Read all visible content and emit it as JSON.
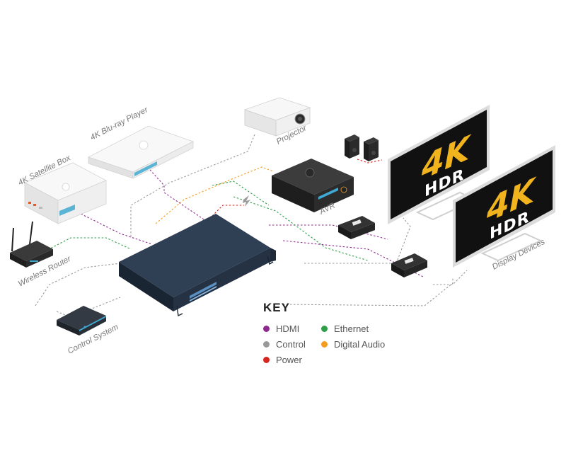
{
  "devices": {
    "projector": "Projector",
    "bluray": "4K Blu-ray Player",
    "satellite": "4K Satellite Box",
    "router": "Wireless Router",
    "control": "Control System",
    "avr": "AVR",
    "displays": "Display Devices"
  },
  "tv_badge": {
    "big": "4K",
    "small": "HDR"
  },
  "legend": {
    "title": "KEY",
    "items": [
      {
        "label": "HDMI",
        "color": "#8e2a8e"
      },
      {
        "label": "Ethernet",
        "color": "#2e9e47"
      },
      {
        "label": "Control",
        "color": "#999999"
      },
      {
        "label": "Digital Audio",
        "color": "#f39c1f"
      },
      {
        "label": "Power",
        "color": "#d8251d"
      }
    ]
  },
  "colors": {
    "hdmi": "#8e2a8e",
    "ethernet": "#2e9e47",
    "control": "#999999",
    "audio": "#f39c1f",
    "power": "#d8251d",
    "matrix": "#2b3a4e"
  }
}
